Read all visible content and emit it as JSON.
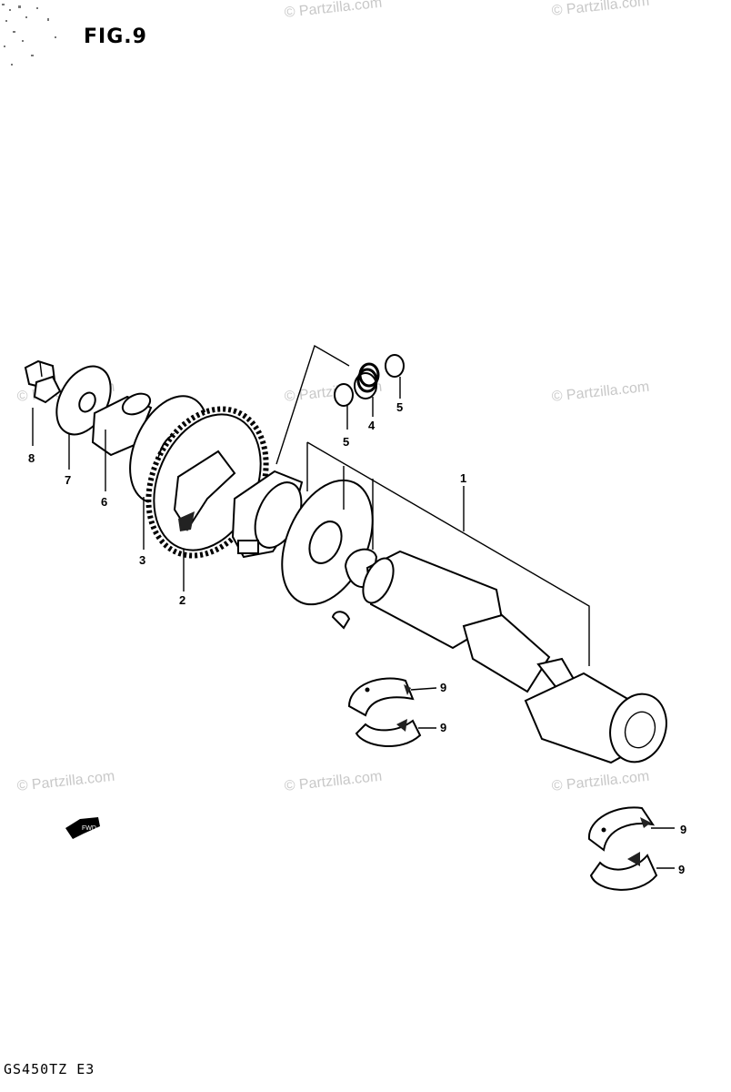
{
  "figure_title": "FIG.9",
  "model_code": "GS450TZ  E3",
  "watermark_text": "© Partzilla.com",
  "fwd_label": "FWD",
  "callouts": {
    "c1": "1",
    "c2": "2",
    "c3": "3",
    "c4": "4",
    "c5a": "5",
    "c5b": "5",
    "c6": "6",
    "c7": "7",
    "c8": "8",
    "c9a": "9",
    "c9b": "9",
    "c9c": "9",
    "c9d": "9"
  }
}
